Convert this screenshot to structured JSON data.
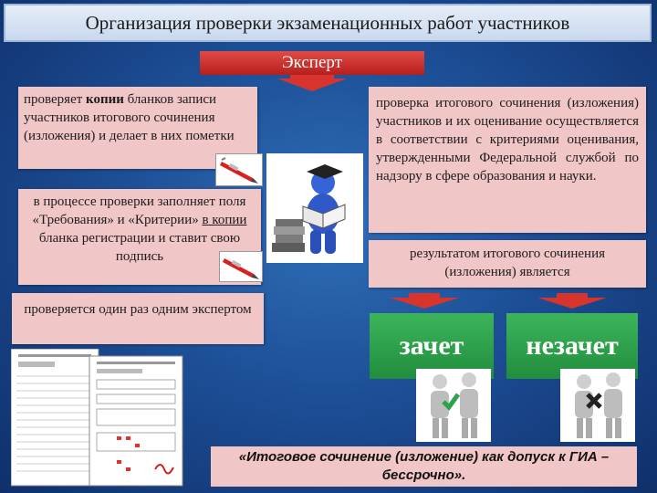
{
  "title": "Организация проверки экзаменационных работ участников",
  "expert_label": "Эксперт",
  "left_boxes": {
    "box1_prefix": "проверяет ",
    "box1_bold": "копии",
    "box1_rest": " бланков записи участников итогового сочинения (изложения) и делает в них пометки",
    "box2_part1": "в процессе проверки заполняет поля «Требования» и «Критерии» ",
    "box2_underlined": "в копии",
    "box2_part2": " бланка регистрации и ставит свою подпись",
    "box3": "проверяется один раз одним экспертом"
  },
  "right_boxes": {
    "box1": "проверка итогового сочинения (изложения) участников и их оценивание осуществляется в соответствии с критериями оценивания, утвержденными Федеральной службой по надзору в сфере образования и науки.",
    "box2": "результатом итогового сочинения (изложения) является"
  },
  "results": {
    "pass": "зачет",
    "fail": "незачет"
  },
  "footer_note": "«Итоговое сочинение (изложение) как допуск к ГИА – бессрочно».",
  "colors": {
    "background": "#1d4f97",
    "accent_red": "#d8342e",
    "box_pink": "#f1c6c7",
    "result_green": "#2ea34c"
  }
}
